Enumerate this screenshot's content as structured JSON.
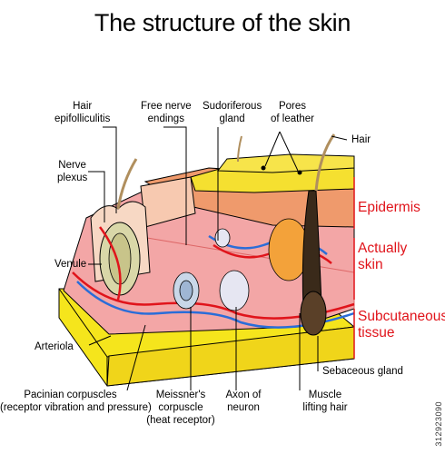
{
  "title": "The structure of the skin",
  "labels": {
    "hair_epifolliculitis": [
      "Hair",
      "epifolliculitis"
    ],
    "free_nerve_endings": [
      "Free nerve",
      "endings"
    ],
    "sudoriferous_gland": [
      "Sudoriferous",
      "gland"
    ],
    "pores_of_leather": [
      "Pores",
      "of leather"
    ],
    "hair": "Hair",
    "nerve_plexus": [
      "Nerve",
      "plexus"
    ],
    "venule": "Venule",
    "arteriola": "Arteriola",
    "pacinian": [
      "Pacinian corpuscles",
      "(receptor vibration and pressure)"
    ],
    "meissner": [
      "Meissner's",
      "corpuscle",
      "(heat receptor)"
    ],
    "axon": [
      "Axon of",
      "neuron"
    ],
    "muscle": [
      "Muscle",
      "lifting hair"
    ],
    "sebaceous": "Sebaceous gland"
  },
  "layers": {
    "epidermis": "Epidermis",
    "dermis": [
      "Actually",
      "skin"
    ],
    "subcutaneous": [
      "Subcutaneous",
      "tissue"
    ]
  },
  "watermark": "312923090",
  "colors": {
    "accent_red": "#e0141b",
    "fat_yellow": "#f5e51c",
    "dermis_pink": "#f3a6a6",
    "epidermis_orange": "#ef9a6c"
  }
}
